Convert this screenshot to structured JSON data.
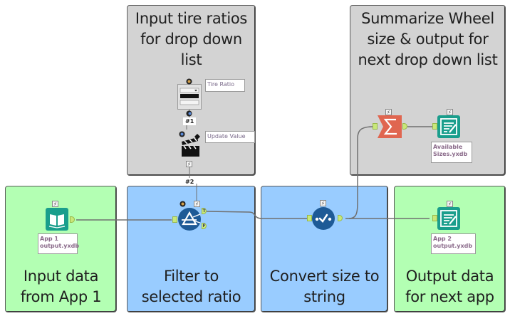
{
  "containers": {
    "tire_ratios": {
      "title": "Input tire ratios for drop down list",
      "color": "#d3d3d3"
    },
    "summarize": {
      "title": "Summarize Wheel size & output for next drop down list",
      "color": "#d3d3d3"
    },
    "input_data": {
      "title": "Input data from App 1",
      "color": "#b3ffb3"
    },
    "filter": {
      "title": "Filter to selected ratio",
      "color": "#99ccff"
    },
    "convert": {
      "title": "Convert size to string",
      "color": "#99ccff"
    },
    "output_data": {
      "title": "Output data for next app",
      "color": "#b3ffb3"
    }
  },
  "tools": {
    "dropdown": {
      "icon": "dropdown-list-icon",
      "annotation": "Tire Ratio"
    },
    "action": {
      "icon": "clapperboard-icon",
      "annotation": "Update Value"
    },
    "input": {
      "icon": "book-icon",
      "annotation": "App 1\noutput.yxdb",
      "color": "#1a9e8c"
    },
    "filter": {
      "icon": "filter-icon",
      "anchor_true": "T",
      "anchor_false": "F",
      "color": "#1e5a96"
    },
    "select": {
      "icon": "checkmark-dots-icon",
      "color": "#1e5a96"
    },
    "summarize": {
      "icon": "sigma-icon",
      "color": "#e06650"
    },
    "output_sizes": {
      "icon": "output-icon",
      "annotation": "Available\nSizes.yxdb",
      "color": "#1a9e8c"
    },
    "output_app2": {
      "icon": "output-icon",
      "annotation": "App 2\noutput.yxdb",
      "color": "#1a9e8c"
    }
  },
  "connections": {
    "q1_label": "#1",
    "q2_label": "#2"
  },
  "glyphs": {
    "bolt": "⚡"
  }
}
